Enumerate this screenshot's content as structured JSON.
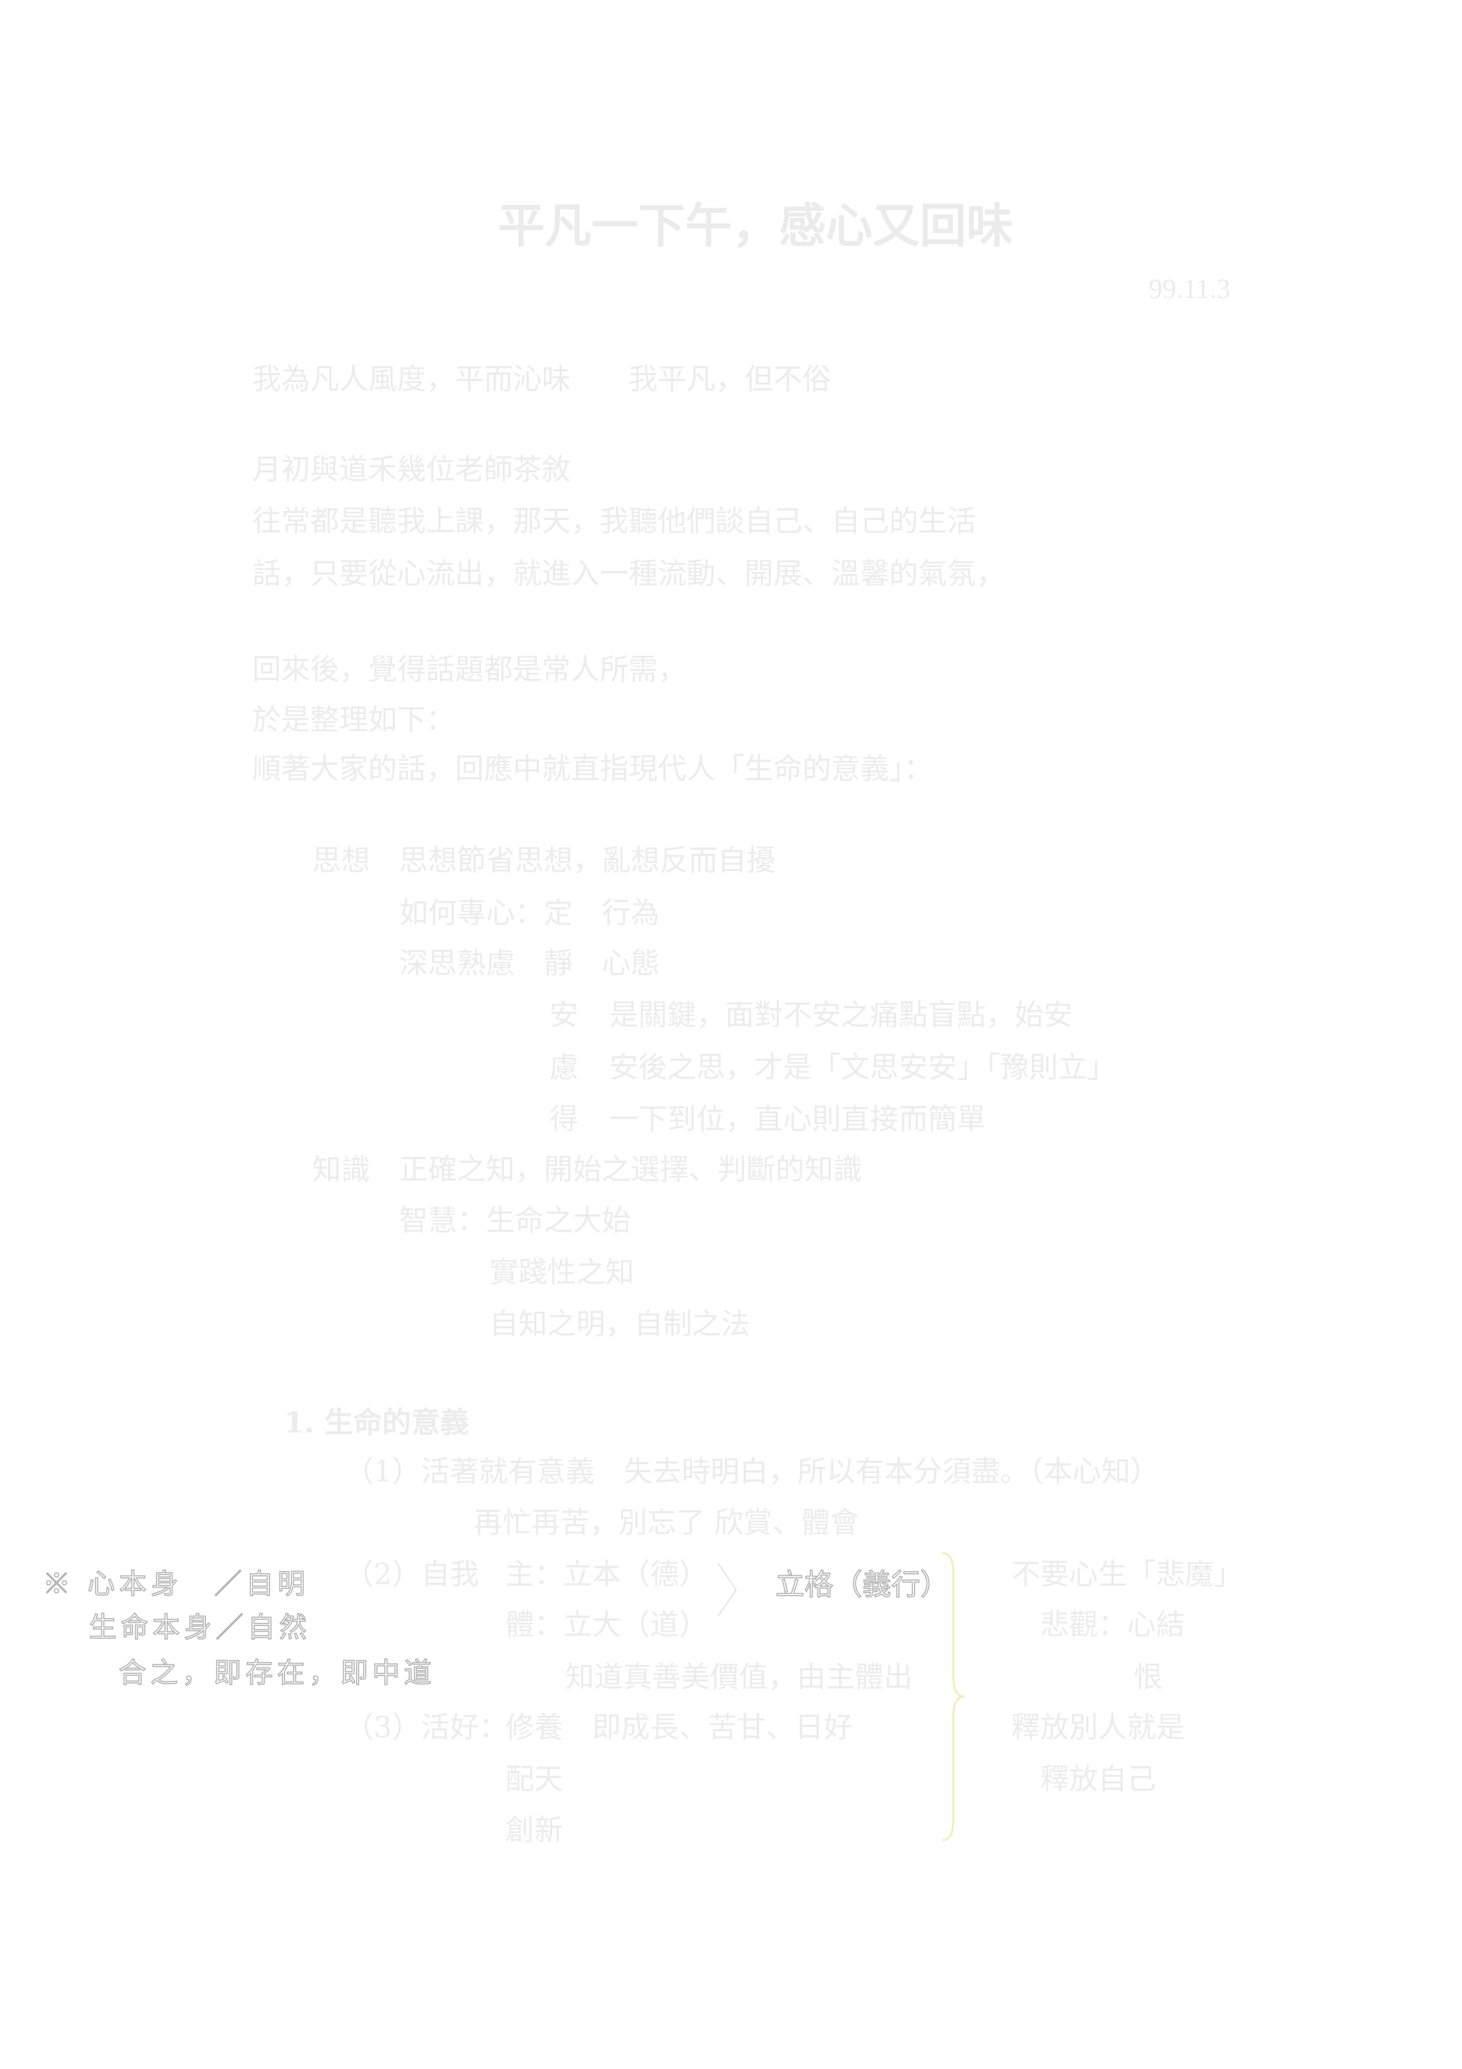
{
  "title": "平凡一下午，感心又回味",
  "date": "99.11.3",
  "intro": [
    "我為凡人風度，平而沁味　　我平凡，但不俗",
    "月初與道禾幾位老師茶敘",
    "往常都是聽我上課，那天，我聽他們談自己、自己的生活",
    "話，只要從心流出，就進入一種流動、開展、溫馨的氣氛，",
    "回來後，覺得話題都是常人所需，",
    "於是整理如下：",
    "順著大家的話，回應中就直指現代人「生命的意義」："
  ],
  "thought": {
    "label": "思想",
    "lines": [
      "思想節省思想，亂想反而自擾",
      "如何專心：定　行為",
      "深思熟慮　靜　心態"
    ],
    "steps": [
      {
        "key": "安",
        "text": "是關鍵，面對不安之痛點盲點，始安"
      },
      {
        "key": "慮",
        "text": "安後之思，才是「文思安安」「豫則立」"
      },
      {
        "key": "得",
        "text": "一下到位，直心則直接而簡單"
      }
    ]
  },
  "knowledge": {
    "label": "知識",
    "lines": [
      "正確之知，開始之選擇、判斷的知識",
      "智慧：生命之大始"
    ],
    "sub": [
      "實踐性之知",
      "自知之明，自制之法"
    ]
  },
  "section1": {
    "heading": "1. 生命的意義",
    "item1": "（1）活著就有意義　失去時明白，所以有本分須盡。（本心知）",
    "item1b": "再忙再苦，別忘了 欣賞、體會",
    "item2_label": "（2）自我",
    "item2a": "主：立本（德）",
    "item2b": "體：立大（道）",
    "item2_result": "立格（義行）",
    "item2c": "知道真善美價值，由主體出",
    "item3_label": "（3）活好：",
    "item3": [
      "修養　即成長、苦甘、日好",
      "配天",
      "創新"
    ],
    "right": [
      "不要心生「悲魔」",
      "悲觀：心結",
      "恨",
      "釋放別人就是",
      "釋放自己"
    ]
  },
  "note": [
    "※ 心本身　／自明",
    "生命本身／自然",
    "合之，即存在，即中道"
  ],
  "colors": {
    "text": "#ececec",
    "brace": "#f3eec0",
    "outline": "#b0b0b0"
  }
}
